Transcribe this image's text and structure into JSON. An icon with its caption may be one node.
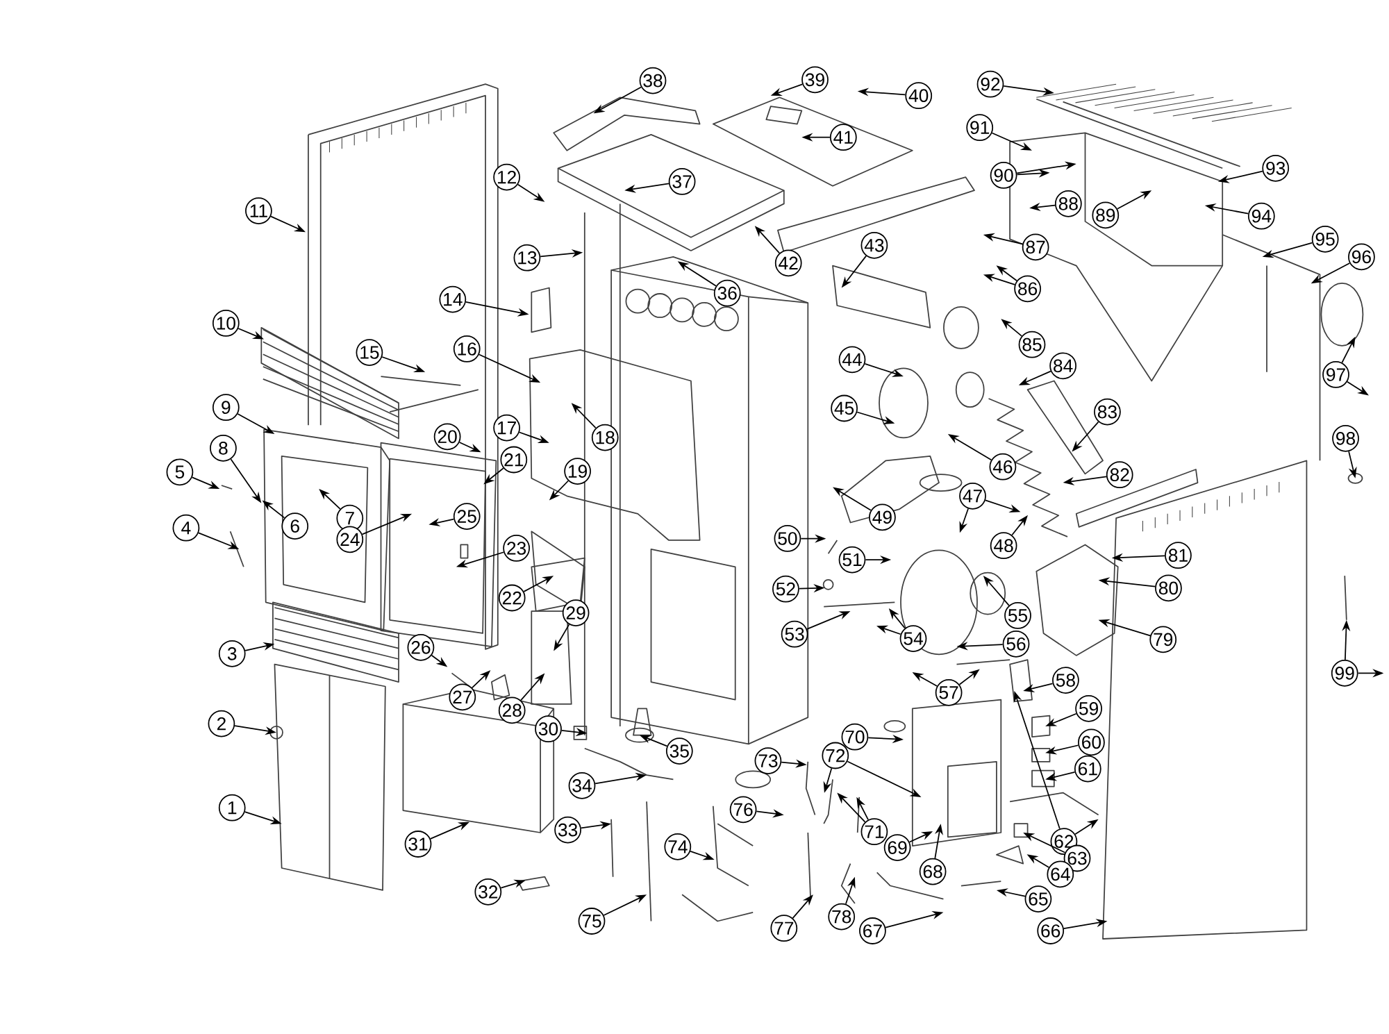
{
  "diagram": {
    "nodes": [
      {
        "text": [
          "1"
        ]
      },
      {
        "text": [
          "2"
        ]
      },
      {
        "text": [
          "3"
        ]
      },
      {
        "text": [
          "4"
        ]
      },
      {
        "text": [
          "5"
        ]
      },
      {
        "text": [
          "6"
        ]
      },
      {
        "text": [
          "7"
        ]
      },
      {
        "text": [
          "8"
        ]
      },
      {
        "text": [
          "9"
        ]
      },
      {
        "text": [
          "10"
        ]
      },
      {
        "text": [
          "11"
        ]
      },
      {
        "text": [
          "12"
        ]
      },
      {
        "text": [
          "13"
        ]
      },
      {
        "text": [
          "14"
        ]
      },
      {
        "text": [
          "15"
        ]
      },
      {
        "text": [
          "16"
        ]
      },
      {
        "text": [
          "17"
        ]
      },
      {
        "text": [
          "18"
        ]
      },
      {
        "text": [
          "19"
        ]
      },
      {
        "text": [
          "20"
        ]
      },
      {
        "text": [
          "21"
        ]
      },
      {
        "text": [
          "22"
        ]
      },
      {
        "text": [
          "23"
        ]
      },
      {
        "text": [
          "24"
        ]
      },
      {
        "text": [
          "25"
        ]
      },
      {
        "text": [
          "26"
        ]
      },
      {
        "text": [
          "27"
        ]
      },
      {
        "text": [
          "28"
        ]
      },
      {
        "text": [
          "29"
        ]
      },
      {
        "text": [
          "30"
        ]
      },
      {
        "text": [
          "31"
        ]
      },
      {
        "text": [
          "32"
        ]
      },
      {
        "text": [
          "33"
        ]
      },
      {
        "text": [
          "34"
        ]
      },
      {
        "text": [
          "35"
        ]
      },
      {
        "text": [
          "36"
        ]
      },
      {
        "text": [
          "37"
        ]
      },
      {
        "text": [
          "38"
        ]
      },
      {
        "text": [
          "39"
        ]
      },
      {
        "text": [
          "40"
        ]
      },
      {
        "text": [
          "41"
        ]
      },
      {
        "text": [
          "42"
        ]
      },
      {
        "text": [
          "43"
        ]
      },
      {
        "text": [
          "44"
        ]
      },
      {
        "text": [
          "45"
        ]
      },
      {
        "text": [
          "46"
        ]
      },
      {
        "text": [
          "47"
        ]
      },
      {
        "text": [
          "48"
        ]
      },
      {
        "text": [
          "49"
        ]
      },
      {
        "text": [
          "50"
        ]
      },
      {
        "text": [
          "51"
        ]
      },
      {
        "text": [
          "52"
        ]
      },
      {
        "text": [
          "53"
        ]
      },
      {
        "text": [
          "54"
        ]
      },
      {
        "text": [
          "55"
        ]
      },
      {
        "text": [
          "56"
        ]
      },
      {
        "text": [
          "57"
        ]
      },
      {
        "text": [
          "58"
        ]
      },
      {
        "text": [
          "59"
        ]
      },
      {
        "text": [
          "60"
        ]
      },
      {
        "text": [
          "61"
        ]
      },
      {
        "text": [
          "62"
        ]
      },
      {
        "text": [
          "63"
        ]
      },
      {
        "text": [
          "64"
        ]
      },
      {
        "text": [
          "65"
        ]
      },
      {
        "text": [
          "66"
        ]
      },
      {
        "text": [
          "67"
        ]
      },
      {
        "text": [
          "68"
        ]
      },
      {
        "text": [
          "69"
        ]
      },
      {
        "text": [
          "70"
        ]
      },
      {
        "text": [
          "71"
        ]
      },
      {
        "text": [
          "72"
        ]
      },
      {
        "text": [
          "73"
        ]
      },
      {
        "text": [
          "74"
        ]
      },
      {
        "text": [
          "75"
        ]
      },
      {
        "text": [
          "76"
        ]
      },
      {
        "text": [
          "77"
        ]
      },
      {
        "text": [
          "78"
        ]
      },
      {
        "text": [
          "79"
        ]
      },
      {
        "text": [
          "80"
        ]
      },
      {
        "text": [
          "81"
        ]
      },
      {
        "text": [
          "82"
        ]
      },
      {
        "text": [
          "83"
        ]
      },
      {
        "text": [
          "84"
        ]
      },
      {
        "text": [
          "85"
        ]
      },
      {
        "text": [
          "86"
        ]
      },
      {
        "text": [
          "87"
        ]
      },
      {
        "text": [
          "88"
        ]
      },
      {
        "text": [
          "89"
        ]
      },
      {
        "text": [
          "90"
        ]
      },
      {
        "text": [
          "91"
        ]
      },
      {
        "text": [
          "92"
        ]
      },
      {
        "text": [
          "93"
        ]
      },
      {
        "text": [
          "94"
        ]
      },
      {
        "text": [
          "95"
        ]
      },
      {
        "text": [
          "96"
        ]
      },
      {
        "text": [
          "97"
        ]
      },
      {
        "text": [
          "98"
        ]
      },
      {
        "text": [
          "99"
        ]
      }
    ],
    "edges": [
      {
        "from": 0,
        "to": null,
        "arrow": "to"
      },
      {
        "from": 1,
        "to": null,
        "arrow": "to"
      },
      {
        "from": 2,
        "to": null,
        "arrow": "to"
      },
      {
        "from": 3,
        "to": null,
        "arrow": "to"
      },
      {
        "from": 4,
        "to": null,
        "arrow": "to"
      },
      {
        "from": 5,
        "to": null,
        "arrow": "to"
      },
      {
        "from": 6,
        "to": null,
        "arrow": "to"
      },
      {
        "from": 7,
        "to": null,
        "arrow": "to"
      },
      {
        "from": 8,
        "to": null,
        "arrow": "to"
      },
      {
        "from": 9,
        "to": null,
        "arrow": "to"
      },
      {
        "from": 10,
        "to": null,
        "arrow": "to"
      },
      {
        "from": 11,
        "to": null,
        "arrow": "to"
      },
      {
        "from": 12,
        "to": null,
        "arrow": "to"
      },
      {
        "from": 13,
        "to": null,
        "arrow": "to"
      },
      {
        "from": 14,
        "to": null,
        "arrow": "to"
      },
      {
        "from": 15,
        "to": null,
        "arrow": "to"
      },
      {
        "from": 16,
        "to": null,
        "arrow": "to"
      },
      {
        "from": 17,
        "to": null,
        "arrow": "to"
      },
      {
        "from": 18,
        "to": null,
        "arrow": "to"
      },
      {
        "from": 19,
        "to": null,
        "arrow": "to"
      },
      {
        "from": 20,
        "to": null,
        "arrow": "to"
      },
      {
        "from": 21,
        "to": null,
        "arrow": "to"
      },
      {
        "from": 22,
        "to": null,
        "arrow": "to"
      },
      {
        "from": 23,
        "to": null,
        "arrow": "to"
      },
      {
        "from": 24,
        "to": null,
        "arrow": "to"
      },
      {
        "from": 25,
        "to": null,
        "arrow": "to"
      },
      {
        "from": 26,
        "to": null,
        "arrow": "to"
      },
      {
        "from": 27,
        "to": null,
        "arrow": "to"
      },
      {
        "from": 28,
        "to": null,
        "arrow": "to"
      },
      {
        "from": 29,
        "to": null,
        "arrow": "to"
      },
      {
        "from": 30,
        "to": null,
        "arrow": "to"
      },
      {
        "from": 31,
        "to": null,
        "arrow": "to"
      },
      {
        "from": 32,
        "to": null,
        "arrow": "to"
      },
      {
        "from": 33,
        "to": null,
        "arrow": "to"
      },
      {
        "from": 34,
        "to": null,
        "arrow": "to"
      },
      {
        "from": 35,
        "to": null,
        "arrow": "to"
      },
      {
        "from": 36,
        "to": null,
        "arrow": "to"
      },
      {
        "from": 37,
        "to": null,
        "arrow": "to"
      },
      {
        "from": 38,
        "to": null,
        "arrow": "to"
      },
      {
        "from": 39,
        "to": null,
        "arrow": "to"
      },
      {
        "from": 40,
        "to": null,
        "arrow": "to"
      },
      {
        "from": 41,
        "to": null,
        "arrow": "to"
      },
      {
        "from": 42,
        "to": null,
        "arrow": "to"
      },
      {
        "from": 43,
        "to": null,
        "arrow": "to"
      },
      {
        "from": 44,
        "to": null,
        "arrow": "to"
      },
      {
        "from": 45,
        "to": null,
        "arrow": "to"
      },
      {
        "from": 46,
        "to": null,
        "arrow": "to"
      },
      {
        "from": 47,
        "to": null,
        "arrow": "to"
      },
      {
        "from": 48,
        "to": null,
        "arrow": "to"
      },
      {
        "from": 49,
        "to": null,
        "arrow": "to"
      },
      {
        "from": 50,
        "to": null,
        "arrow": "to"
      },
      {
        "from": 51,
        "to": null,
        "arrow": "to"
      },
      {
        "from": 52,
        "to": null,
        "arrow": "to"
      },
      {
        "from": 53,
        "to": null,
        "arrow": "to"
      },
      {
        "from": 54,
        "to": null,
        "arrow": "to"
      },
      {
        "from": 55,
        "to": null,
        "arrow": "to"
      },
      {
        "from": 56,
        "to": null,
        "arrow": "to"
      },
      {
        "from": 57,
        "to": null,
        "arrow": "to"
      },
      {
        "from": 58,
        "to": null,
        "arrow": "to"
      },
      {
        "from": 59,
        "to": null,
        "arrow": "to"
      },
      {
        "from": 60,
        "to": null,
        "arrow": "to"
      },
      {
        "from": 61,
        "to": null,
        "arrow": "to"
      },
      {
        "from": 62,
        "to": null,
        "arrow": "to"
      },
      {
        "from": 63,
        "to": null,
        "arrow": "to"
      },
      {
        "from": 64,
        "to": null,
        "arrow": "to"
      },
      {
        "from": 65,
        "to": null,
        "arrow": "to"
      },
      {
        "from": 66,
        "to": null,
        "arrow": "to"
      },
      {
        "from": 67,
        "to": null,
        "arrow": "to"
      },
      {
        "from": 68,
        "to": null,
        "arrow": "to"
      },
      {
        "from": 69,
        "to": null,
        "arrow": "to"
      },
      {
        "from": 70,
        "to": null,
        "arrow": "to"
      },
      {
        "from": 71,
        "to": null,
        "arrow": "to"
      },
      {
        "from": 72,
        "to": null,
        "arrow": "to"
      },
      {
        "from": 73,
        "to": null,
        "arrow": "to"
      },
      {
        "from": 74,
        "to": null,
        "arrow": "to"
      },
      {
        "from": 75,
        "to": null,
        "arrow": "to"
      },
      {
        "from": 76,
        "to": null,
        "arrow": "to"
      },
      {
        "from": 77,
        "to": null,
        "arrow": "to"
      },
      {
        "from": 78,
        "to": null,
        "arrow": "to"
      },
      {
        "from": 79,
        "to": null,
        "arrow": "to"
      },
      {
        "from": 80,
        "to": null,
        "arrow": "to"
      },
      {
        "from": 81,
        "to": null,
        "arrow": "to"
      },
      {
        "from": 82,
        "to": null,
        "arrow": "to"
      },
      {
        "from": 83,
        "to": null,
        "arrow": "to"
      },
      {
        "from": 84,
        "to": null,
        "arrow": "to"
      },
      {
        "from": 85,
        "to": null,
        "arrow": "to"
      },
      {
        "from": 86,
        "to": null,
        "arrow": "to"
      },
      {
        "from": 87,
        "to": null,
        "arrow": "to"
      },
      {
        "from": 88,
        "to": null,
        "arrow": "to"
      },
      {
        "from": 89,
        "to": null,
        "arrow": "to"
      },
      {
        "from": 90,
        "to": null,
        "arrow": "to"
      },
      {
        "from": 91,
        "to": null,
        "arrow": "to"
      },
      {
        "from": 92,
        "to": null,
        "arrow": "to"
      },
      {
        "from": 93,
        "to": null,
        "arrow": "to"
      },
      {
        "from": 94,
        "to": null,
        "arrow": "to"
      },
      {
        "from": 95,
        "to": null,
        "arrow": "to"
      },
      {
        "from": 96,
        "to": null,
        "arrow": "to"
      },
      {
        "from": 97,
        "to": null,
        "arrow": "to"
      },
      {
        "from": 98,
        "to": null,
        "arrow": "to"
      },
      {
        "from": 46,
        "to": null,
        "arrow": "to"
      },
      {
        "from": 53,
        "to": null,
        "arrow": "to"
      },
      {
        "from": 56,
        "to": null,
        "arrow": "to"
      },
      {
        "from": 61,
        "to": null,
        "arrow": "to"
      },
      {
        "from": 70,
        "to": null,
        "arrow": "to"
      },
      {
        "from": 71,
        "to": null,
        "arrow": "to"
      },
      {
        "from": 85,
        "to": null,
        "arrow": "to"
      },
      {
        "from": 89,
        "to": null,
        "arrow": "to"
      },
      {
        "from": 96,
        "to": null,
        "arrow": "to"
      },
      {
        "from": 98,
        "to": null,
        "arrow": "to"
      }
    ]
  }
}
